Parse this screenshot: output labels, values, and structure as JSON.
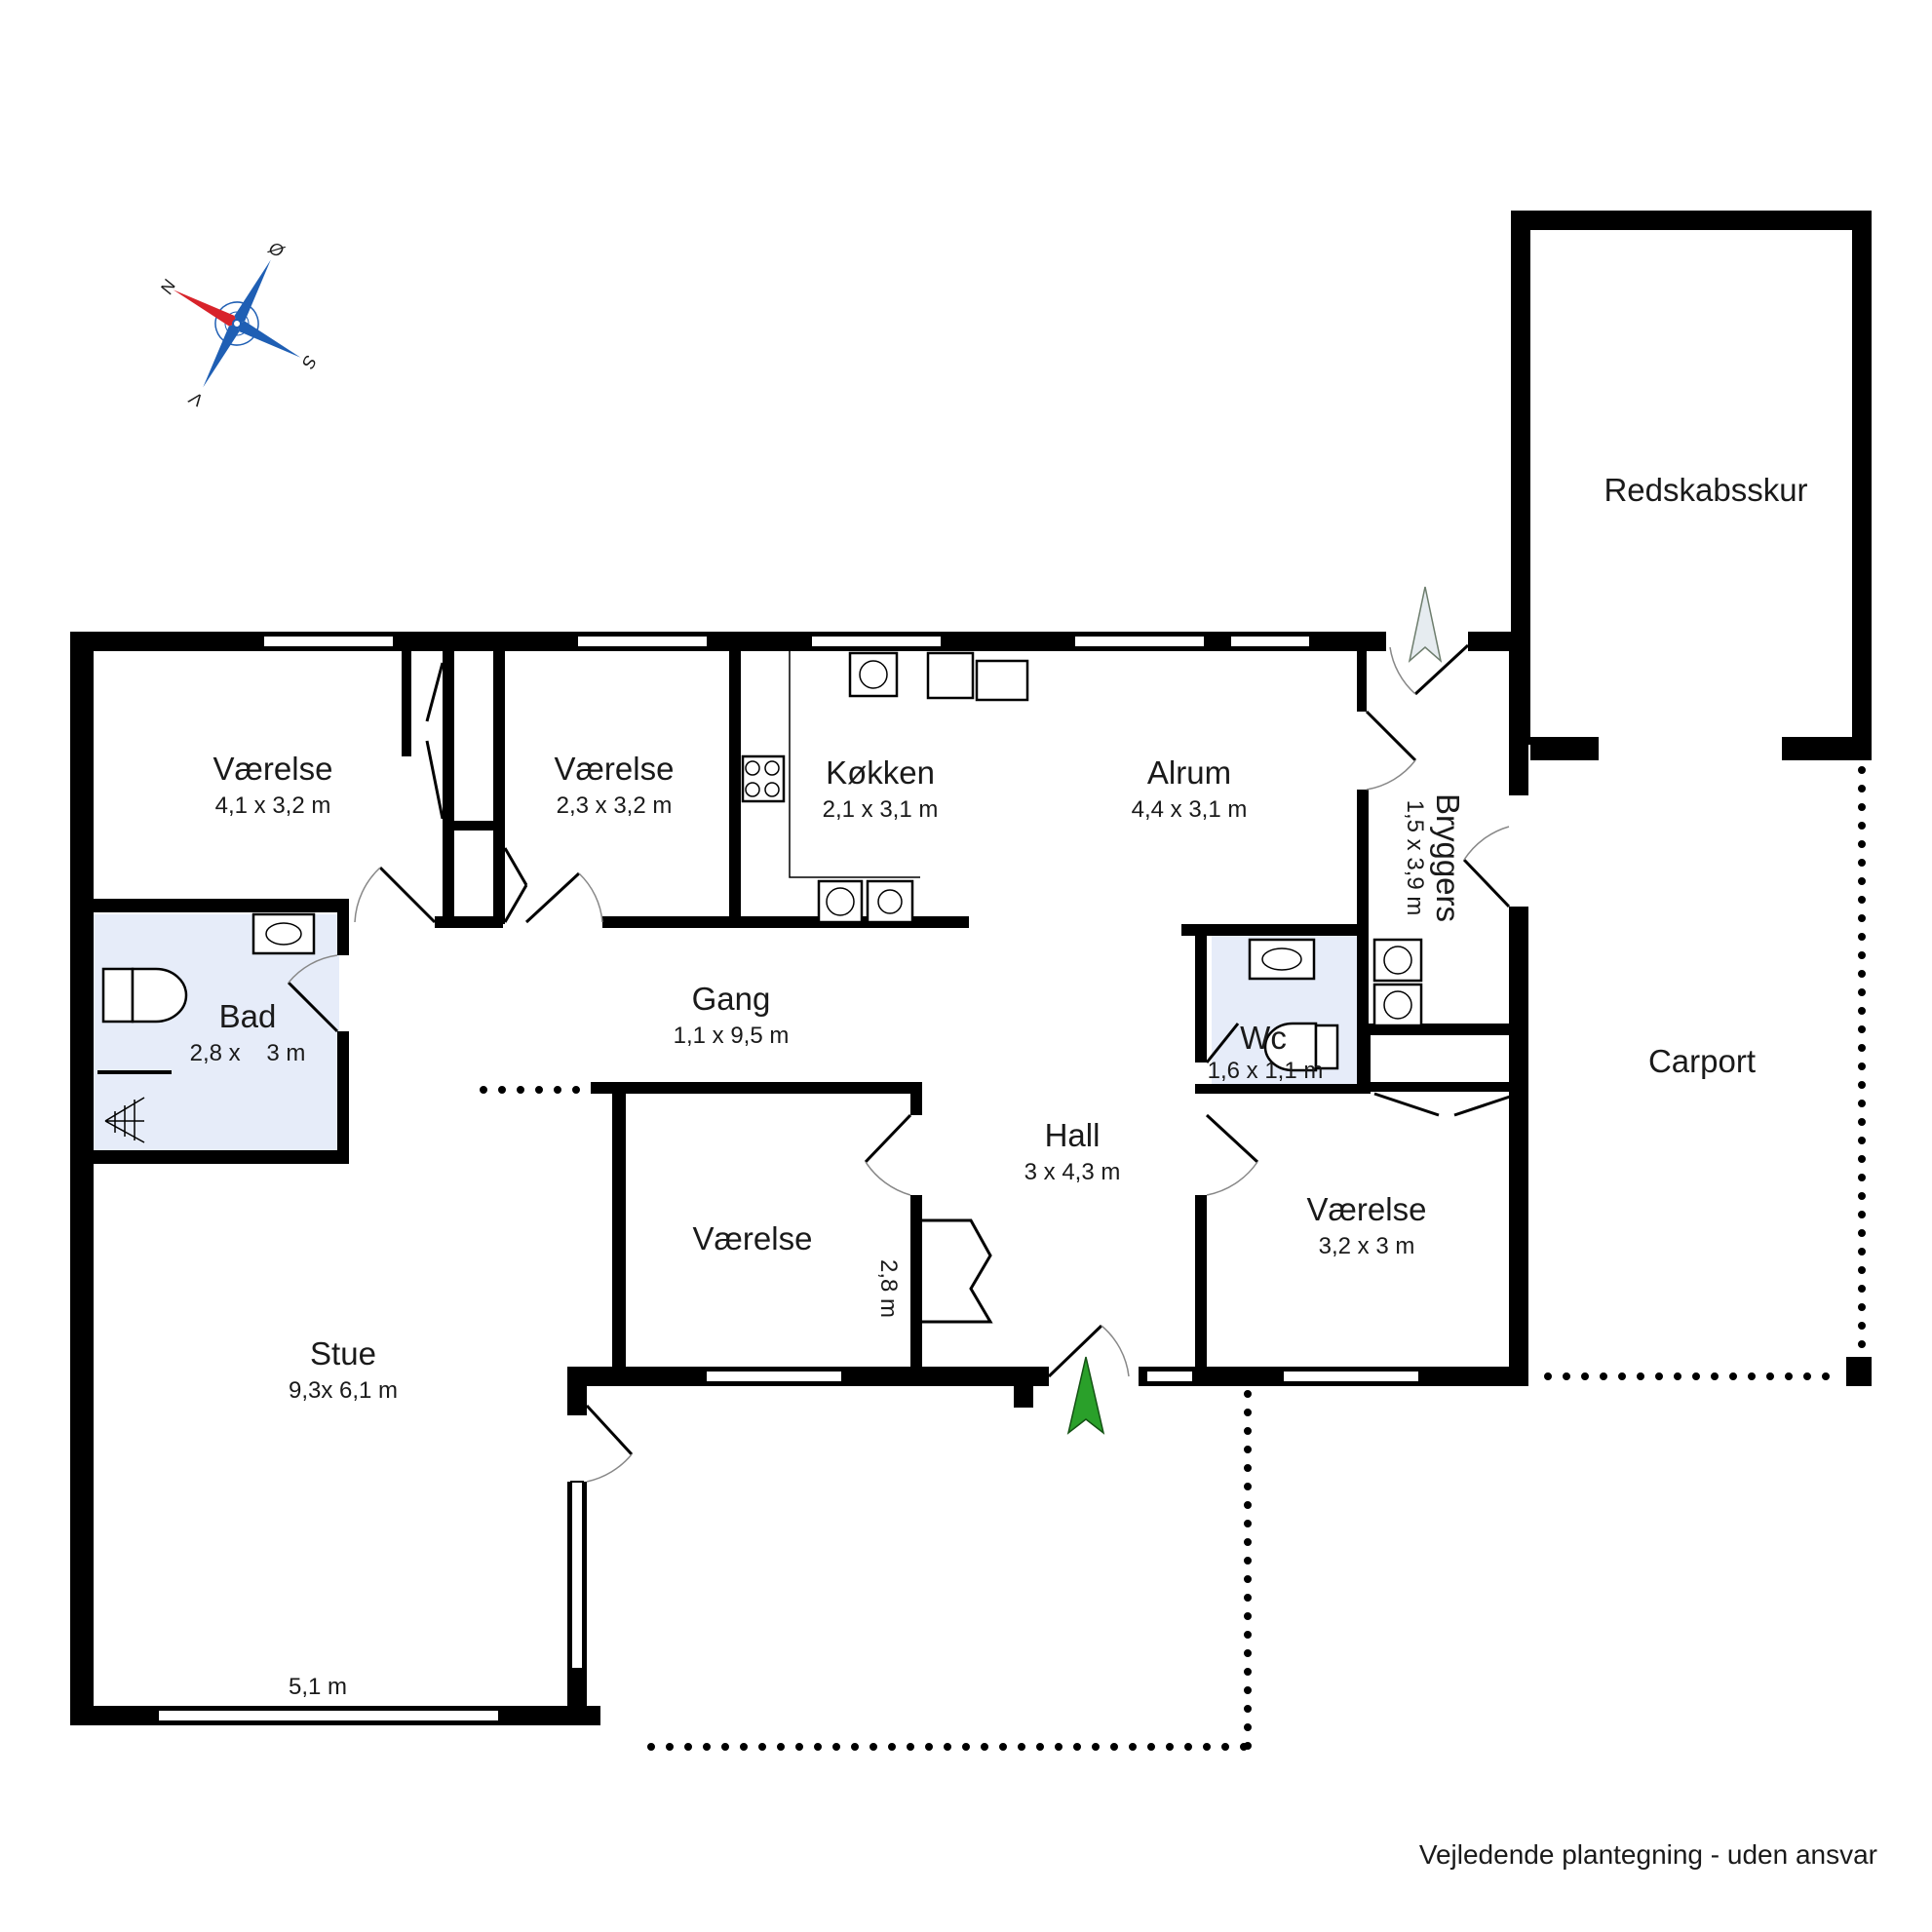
{
  "rooms": {
    "vaerelse1": {
      "name": "Værelse",
      "dims": "4,1 x 3,2 m"
    },
    "vaerelse2": {
      "name": "Værelse",
      "dims": "2,3 x 3,2 m"
    },
    "koekken": {
      "name": "Køkken",
      "dims": "2,1 x 3,1 m"
    },
    "alrum": {
      "name": "Alrum",
      "dims": "4,4 x 3,1 m"
    },
    "bryggers": {
      "name": "Bryggers",
      "dims": "1,5 x 3,9 m"
    },
    "redskabsskur": {
      "name": "Redskabsskur"
    },
    "bad": {
      "name": "Bad",
      "dims": "2,8 x    3 m"
    },
    "gang": {
      "name": "Gang",
      "dims": "1,1 x 9,5 m"
    },
    "wc": {
      "name": "Wc",
      "dims": "1,6 x 1,1 m"
    },
    "hall": {
      "name": "Hall",
      "dims": "3 x 4,3 m"
    },
    "vaerelse3": {
      "name": "Værelse",
      "dims": "2,8 m"
    },
    "vaerelse4": {
      "name": "Værelse",
      "dims": "3,2 x 3 m"
    },
    "carport": {
      "name": "Carport"
    },
    "stue": {
      "name": "Stue",
      "dims": "9,3x 6,1 m",
      "width_label": "5,1 m"
    }
  },
  "compass": {
    "n": "N",
    "e": "Ø",
    "s": "S",
    "w": "V",
    "north_color": "#d8232a",
    "arm_color": "#1f5fb4"
  },
  "entrance_arrow_color": "#2aa02a",
  "wet_room_color": "#e6ecf9",
  "disclaimer": "Vejledende plantegning - uden ansvar"
}
